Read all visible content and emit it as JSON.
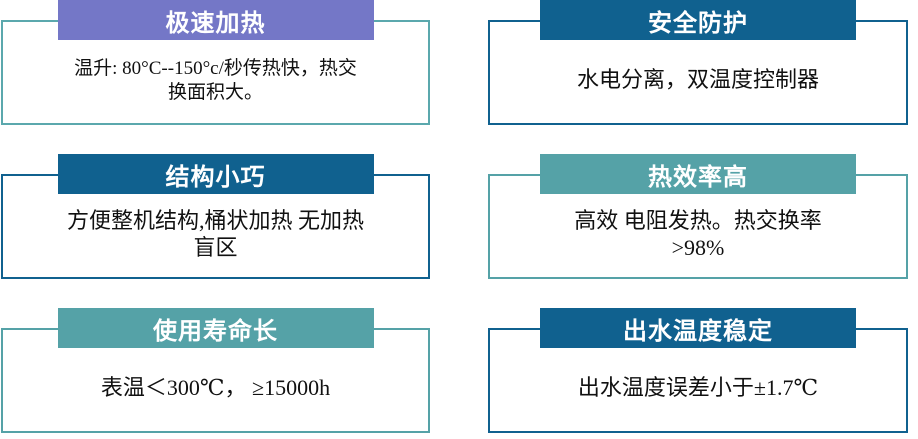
{
  "page": {
    "background": "#ffffff"
  },
  "colors": {
    "purple": "#7477C7",
    "dark_blue": "#10618F",
    "teal": "#55A2A7",
    "teal_border": "#5BA8AD"
  },
  "cards": [
    {
      "title": "极速加热",
      "header_color": "#7477C7",
      "border_color": "#5BA8AD",
      "lines": [
        "温升: 80°C--150°c/秒传热快，热交",
        "换面积大。"
      ]
    },
    {
      "title": "安全防护",
      "header_color": "#10618F",
      "border_color": "#10618F",
      "lines": [
        "水电分离，双温度控制器"
      ]
    },
    {
      "title": "结构小巧",
      "header_color": "#10618F",
      "border_color": "#10618F",
      "lines": [
        "方便整机结构,桶状加热 无加热",
        "盲区"
      ]
    },
    {
      "title": "热效率高",
      "header_color": "#55A2A7",
      "border_color": "#55A2A7",
      "lines": [
        "高效 电阻发热。热交换率",
        ">98%"
      ]
    },
    {
      "title": "使用寿命长",
      "header_color": "#55A2A7",
      "border_color": "#55A2A7",
      "lines": [
        "表温＜300℃， ≥15000h"
      ]
    },
    {
      "title": "出水温度稳定",
      "header_color": "#10618F",
      "border_color": "#10618F",
      "lines": [
        "出水温度误差小于±1.7℃"
      ]
    }
  ]
}
